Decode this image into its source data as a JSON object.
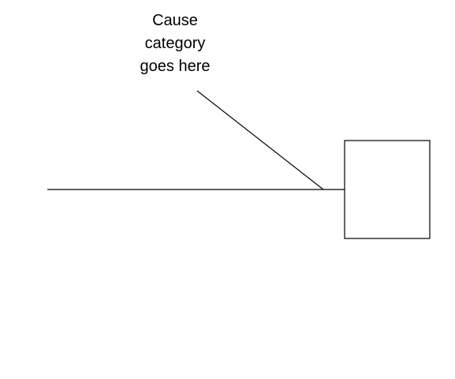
{
  "diagram": {
    "type": "fishbone",
    "cause_label_lines": [
      "Cause",
      "category",
      "goes here"
    ],
    "effect_box_text": "",
    "colors": {
      "line": "#000000",
      "background": "#ffffff"
    }
  }
}
